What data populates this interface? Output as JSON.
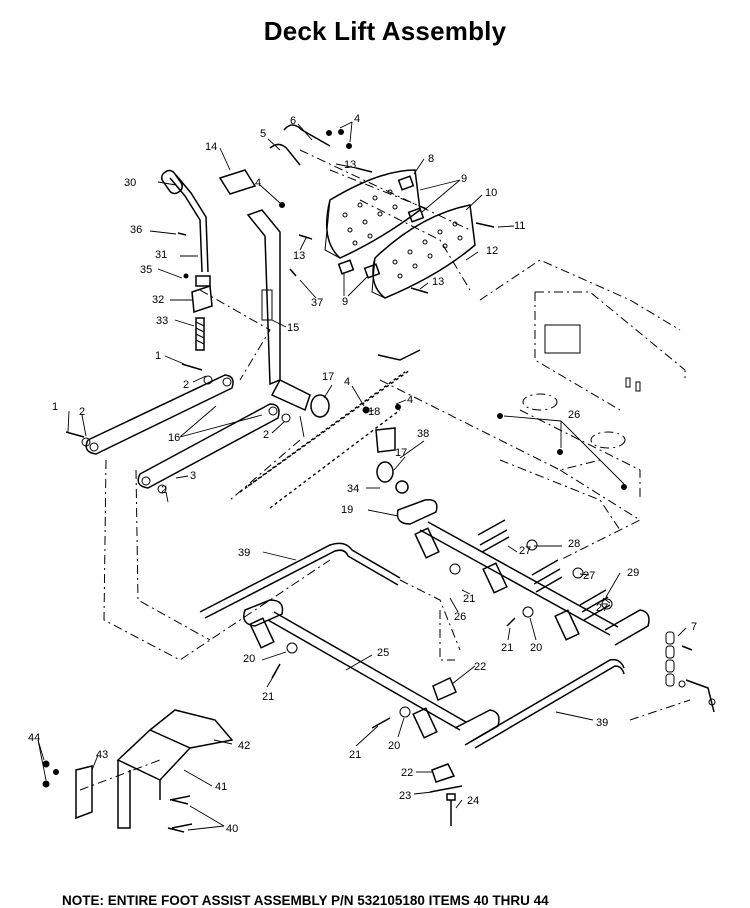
{
  "title": "Deck Lift Assembly",
  "note": "NOTE: ENTIRE FOOT ASSIST ASSEMBLY P/N 532105180 ITEMS 40 THRU 44",
  "callouts": [
    "1",
    "2",
    "3",
    "4",
    "5",
    "6",
    "7",
    "8",
    "9",
    "10",
    "11",
    "12",
    "13",
    "14",
    "15",
    "16",
    "17",
    "18",
    "19",
    "20",
    "21",
    "22",
    "23",
    "24",
    "25",
    "26",
    "27",
    "28",
    "29",
    "30",
    "31",
    "32",
    "33",
    "34",
    "35",
    "36",
    "37",
    "38",
    "39",
    "40",
    "41",
    "42",
    "43",
    "44"
  ]
}
